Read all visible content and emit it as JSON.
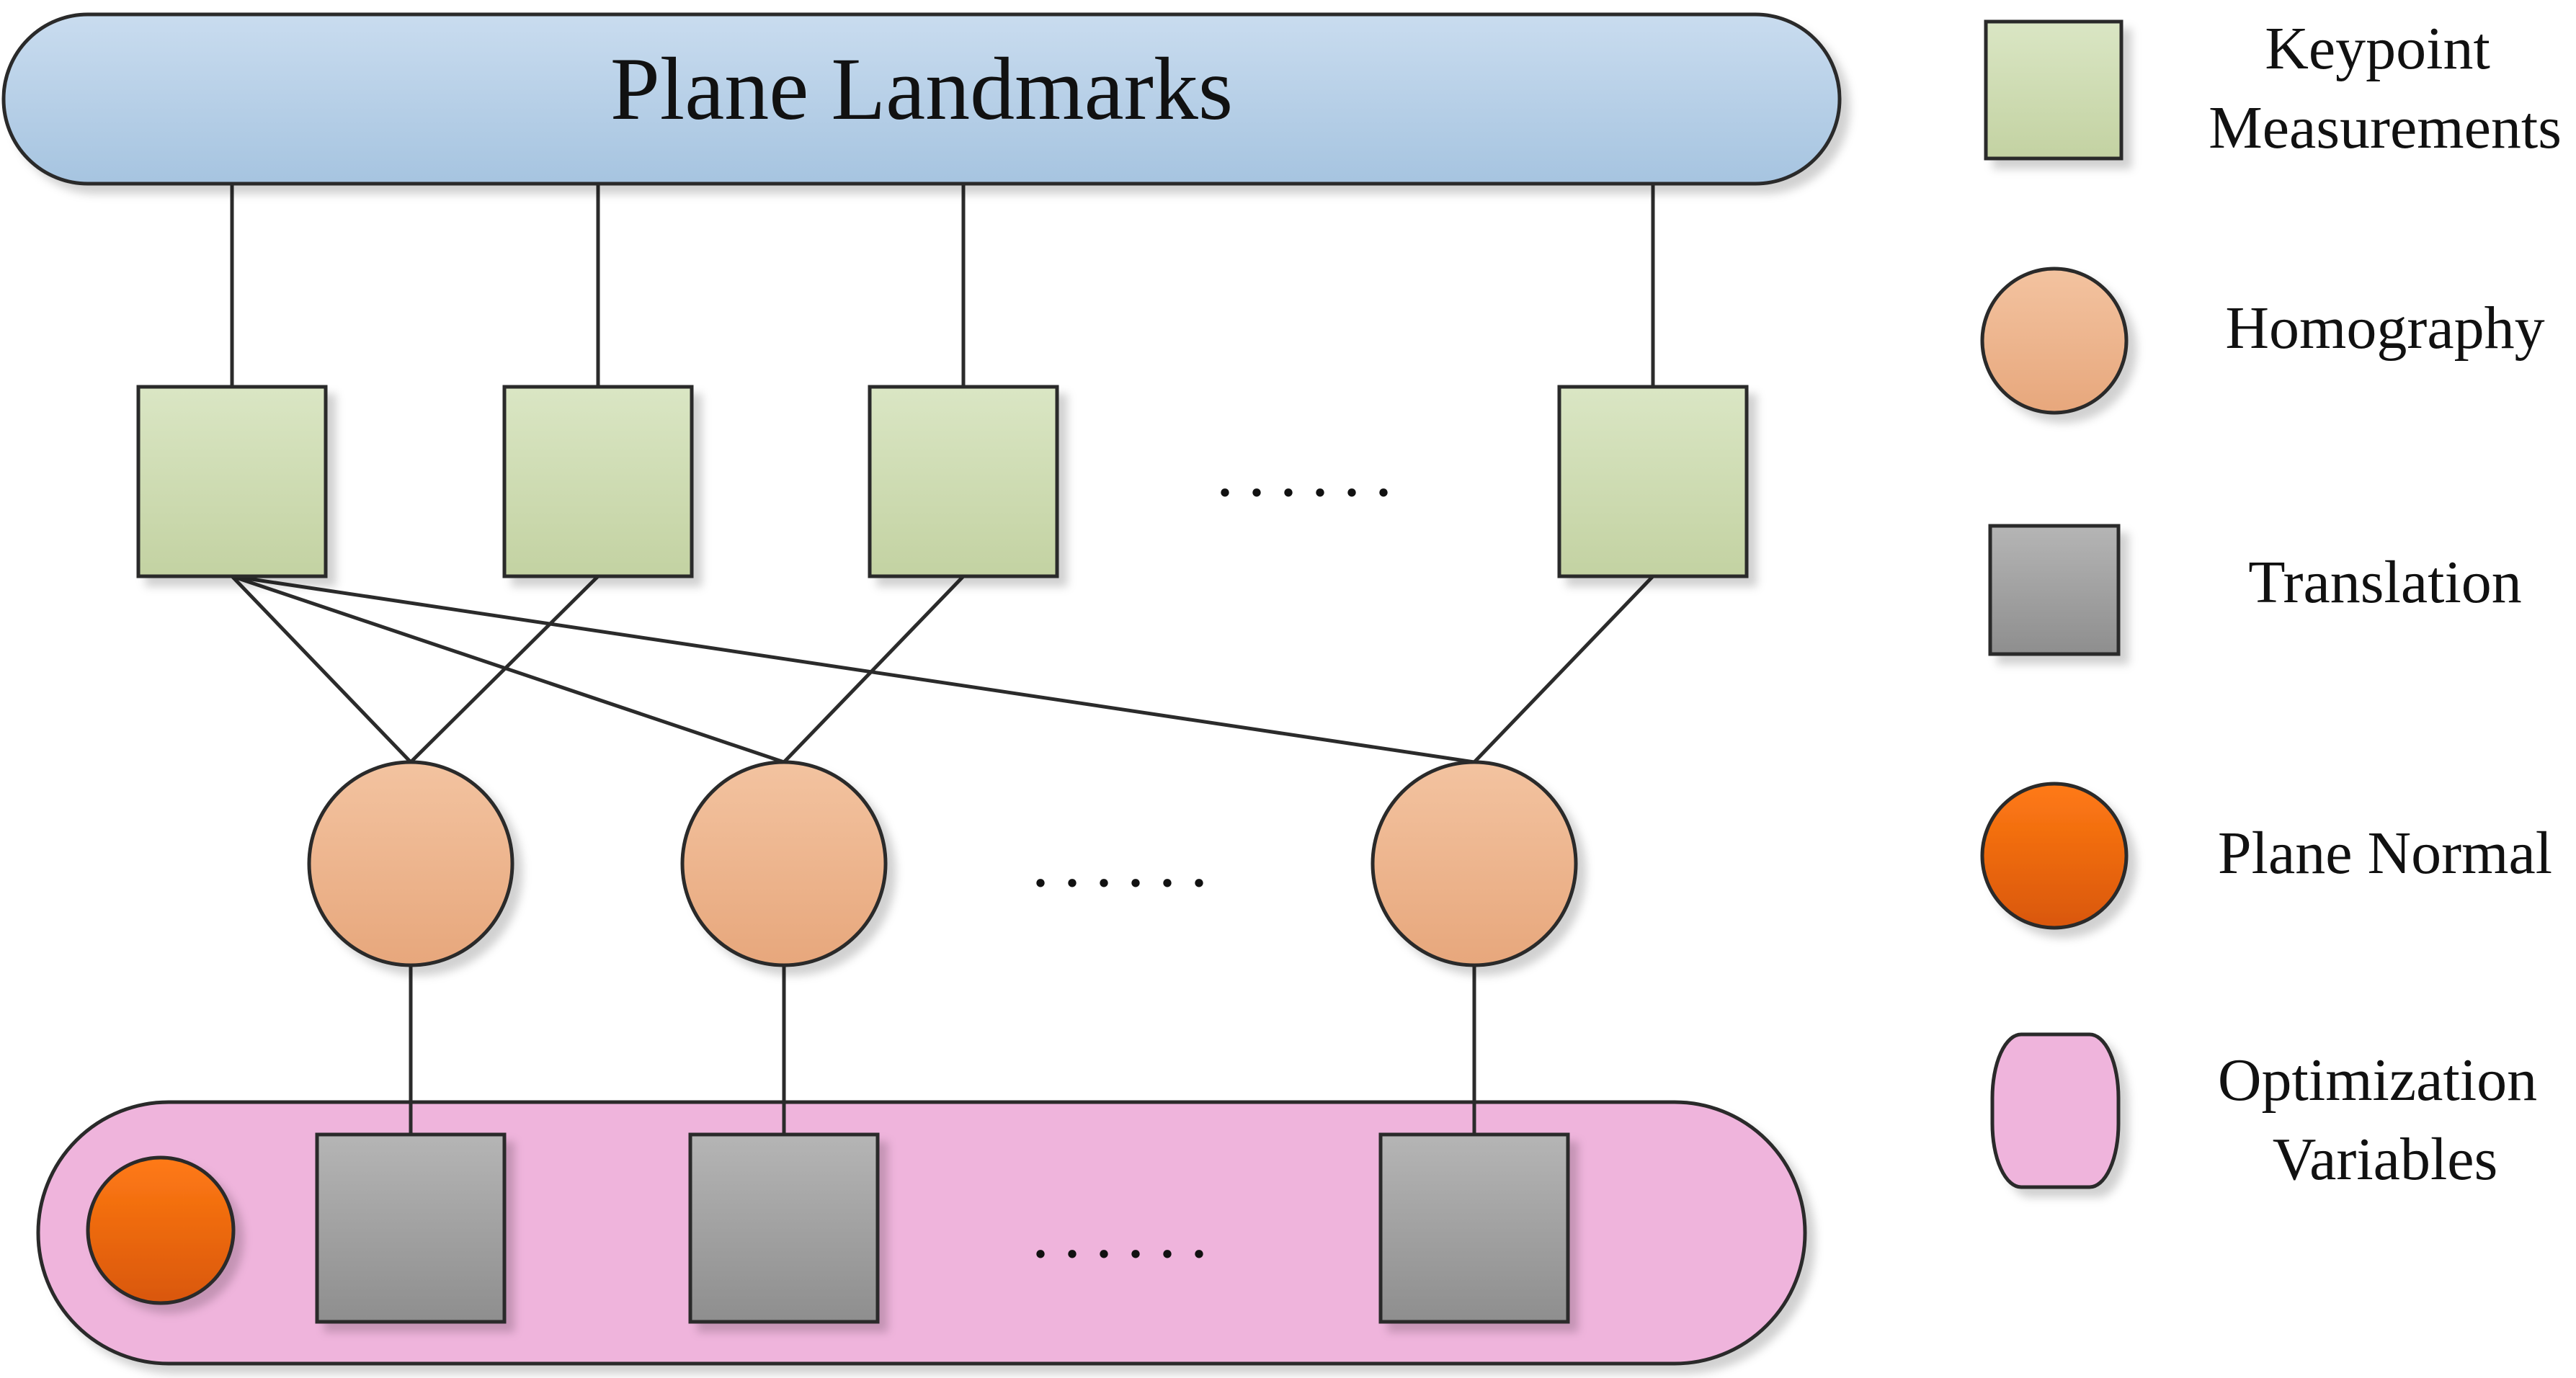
{
  "title": "Plane Landmarks",
  "ellipsis": "......",
  "legend": [
    {
      "id": "keypoint",
      "lines": [
        "Keypoint",
        "Measurements"
      ]
    },
    {
      "id": "homography",
      "lines": [
        "Homography"
      ]
    },
    {
      "id": "translation",
      "lines": [
        "Translation"
      ]
    },
    {
      "id": "plane-normal",
      "lines": [
        "Plane Normal"
      ]
    },
    {
      "id": "optimization",
      "lines": [
        "Optimization",
        "Variables"
      ]
    }
  ],
  "colors": {
    "landmark_fill_top": "#c9dcef",
    "landmark_fill_bottom": "#a6c4e0",
    "keypoint_fill_top": "#dae6c4",
    "keypoint_fill_bottom": "#c3d2a2",
    "homography_fill_top": "#f3c3a0",
    "homography_fill_bottom": "#e7a77c",
    "translation_fill_top": "#b5b5b5",
    "translation_fill_bottom": "#8e8e8e",
    "normal_fill_top": "#ff7a14",
    "normal_fill_bottom": "#d9570a",
    "optimization_fill": "#efb4dc",
    "stroke": "#2b2b2b"
  }
}
